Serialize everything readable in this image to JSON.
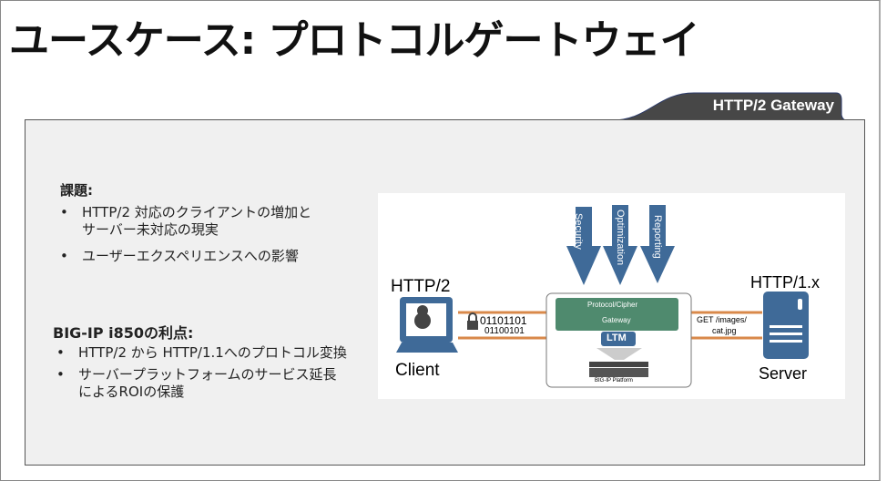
{
  "title": "ユースケース: プロトコルゲートウェイ",
  "tab_label": "HTTP/2 Gateway",
  "challenges": {
    "heading": "課題:",
    "items": [
      "HTTP/2 対応のクライアントの増加と\nサーバー未対応の現実",
      "ユーザーエクスペリエンスへの影響"
    ]
  },
  "benefits": {
    "heading": "BIG-IP i850の利点:",
    "items": [
      "HTTP/2 から HTTP/1.1へのプロトコル変換",
      "サーバープラットフォームのサービス延長\nによるROIの保護"
    ]
  },
  "diagram": {
    "client_protocol": "HTTP/2",
    "client_label": "Client",
    "server_protocol": "HTTP/1.x",
    "server_label": "Server",
    "binary1": "01101101",
    "binary2": "01100101",
    "request1": "GET  /images/",
    "request2": "cat.jpg",
    "arrows": [
      "Security",
      "Optimization",
      "Reporting"
    ],
    "gateway1": "Protocol/Cipher",
    "gateway2": "Gateway",
    "ltm": "LTM",
    "platform": "BIG-IP Platform",
    "colors": {
      "blue": "#3f6a98",
      "green": "#4f8a6e",
      "orange": "#d9894a",
      "tab": "#474747"
    }
  }
}
